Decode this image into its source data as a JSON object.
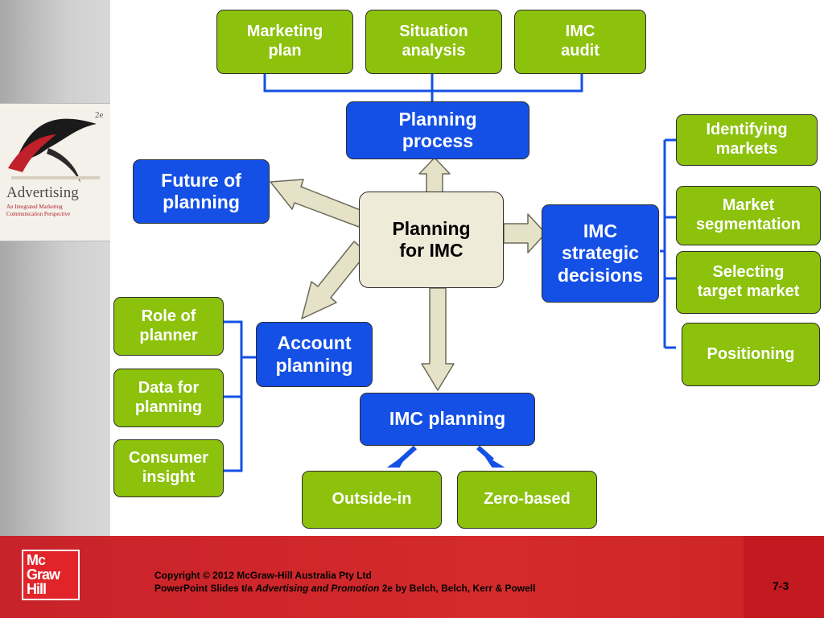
{
  "diagram": {
    "top_inputs": [
      "Marketing\nplan",
      "Situation\nanalysis",
      "IMC\naudit"
    ],
    "planning_process": "Planning\nprocess",
    "center": "Planning\nfor IMC",
    "future_of_planning": "Future of\nplanning",
    "imc_strategic_decisions": "IMC\nstrategic\ndecisions",
    "strategic_items": [
      "Identifying\nmarkets",
      "Market\nsegmentation",
      "Selecting\ntarget market",
      "Positioning"
    ],
    "account_planning": "Account\nplanning",
    "account_items": [
      "Role of\nplanner",
      "Data for\nplanning",
      "Consumer\ninsight"
    ],
    "imc_planning": "IMC planning",
    "imc_planning_items": [
      "Outside-in",
      "Zero-based"
    ]
  },
  "book_cover": {
    "title": "Advertising",
    "subtitle": "An Integrated Marketing Communication Perspective",
    "edition": "2e"
  },
  "footer": {
    "logo_lines": [
      "Mc",
      "Graw",
      "Hill"
    ],
    "copyright": "Copyright © 2012 McGraw-Hill Australia Pty Ltd",
    "slides_prefix": "PowerPoint Slides t/a ",
    "slides_book": "Advertising and Promotion",
    "slides_suffix": " 2e by Belch, Belch, Kerr & Powell",
    "page_number": "7-3"
  },
  "colors": {
    "green_box": "#8cc10c",
    "blue_box": "#1450e6",
    "center_box": "#efebd9",
    "footer_red": "#d42a2c",
    "connector_blue": "#1450e6",
    "arrow_fill": "#e6e2c8"
  }
}
